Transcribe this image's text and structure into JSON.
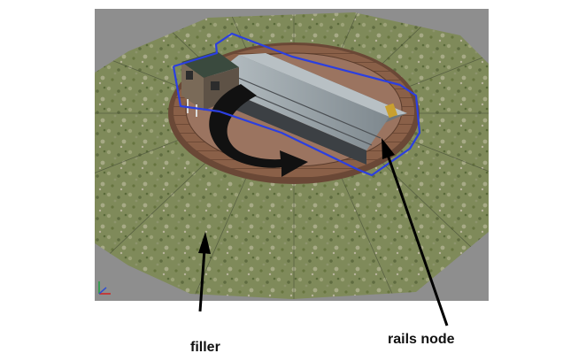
{
  "viewport": {
    "background_color": "#8e8e8e",
    "axis_gizmo": {
      "icon": "axis-gizmo-icon",
      "x_color": "#d02020",
      "y_color": "#20a040",
      "z_color": "#3050d0"
    }
  },
  "scene": {
    "ground_texture": "grass-gravel",
    "ground_color": "#7f8a5a",
    "pit_color": "#8a6048",
    "bridge_deck_color": "#9aa4aa",
    "cabin_roof_color": "#3a4a3e",
    "selection_outline_color": "#2b3fe0",
    "rotation_arrow_color": "#111111",
    "rotation_arrow_icon": "curved-arrow-icon"
  },
  "annotations": {
    "filler_label": "filler",
    "rails_node_label": "rails node",
    "pointer_color": "#000000"
  }
}
